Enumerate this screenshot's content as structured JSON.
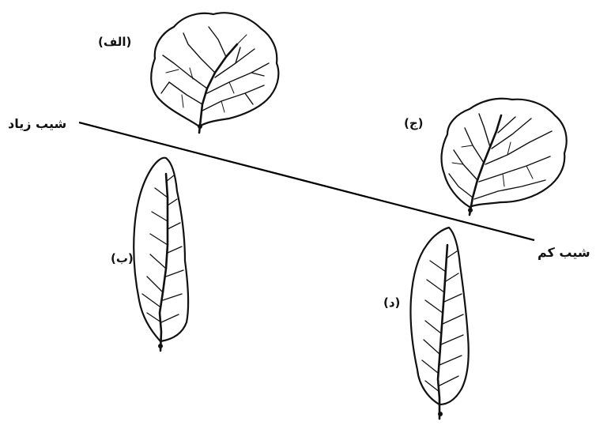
{
  "labels": {
    "a": "(الف)",
    "b": "(ب)",
    "c": "(ج)",
    "d": "(د)",
    "high_slope": "شیب زیاد",
    "low_slope": "شیب کم"
  }
}
